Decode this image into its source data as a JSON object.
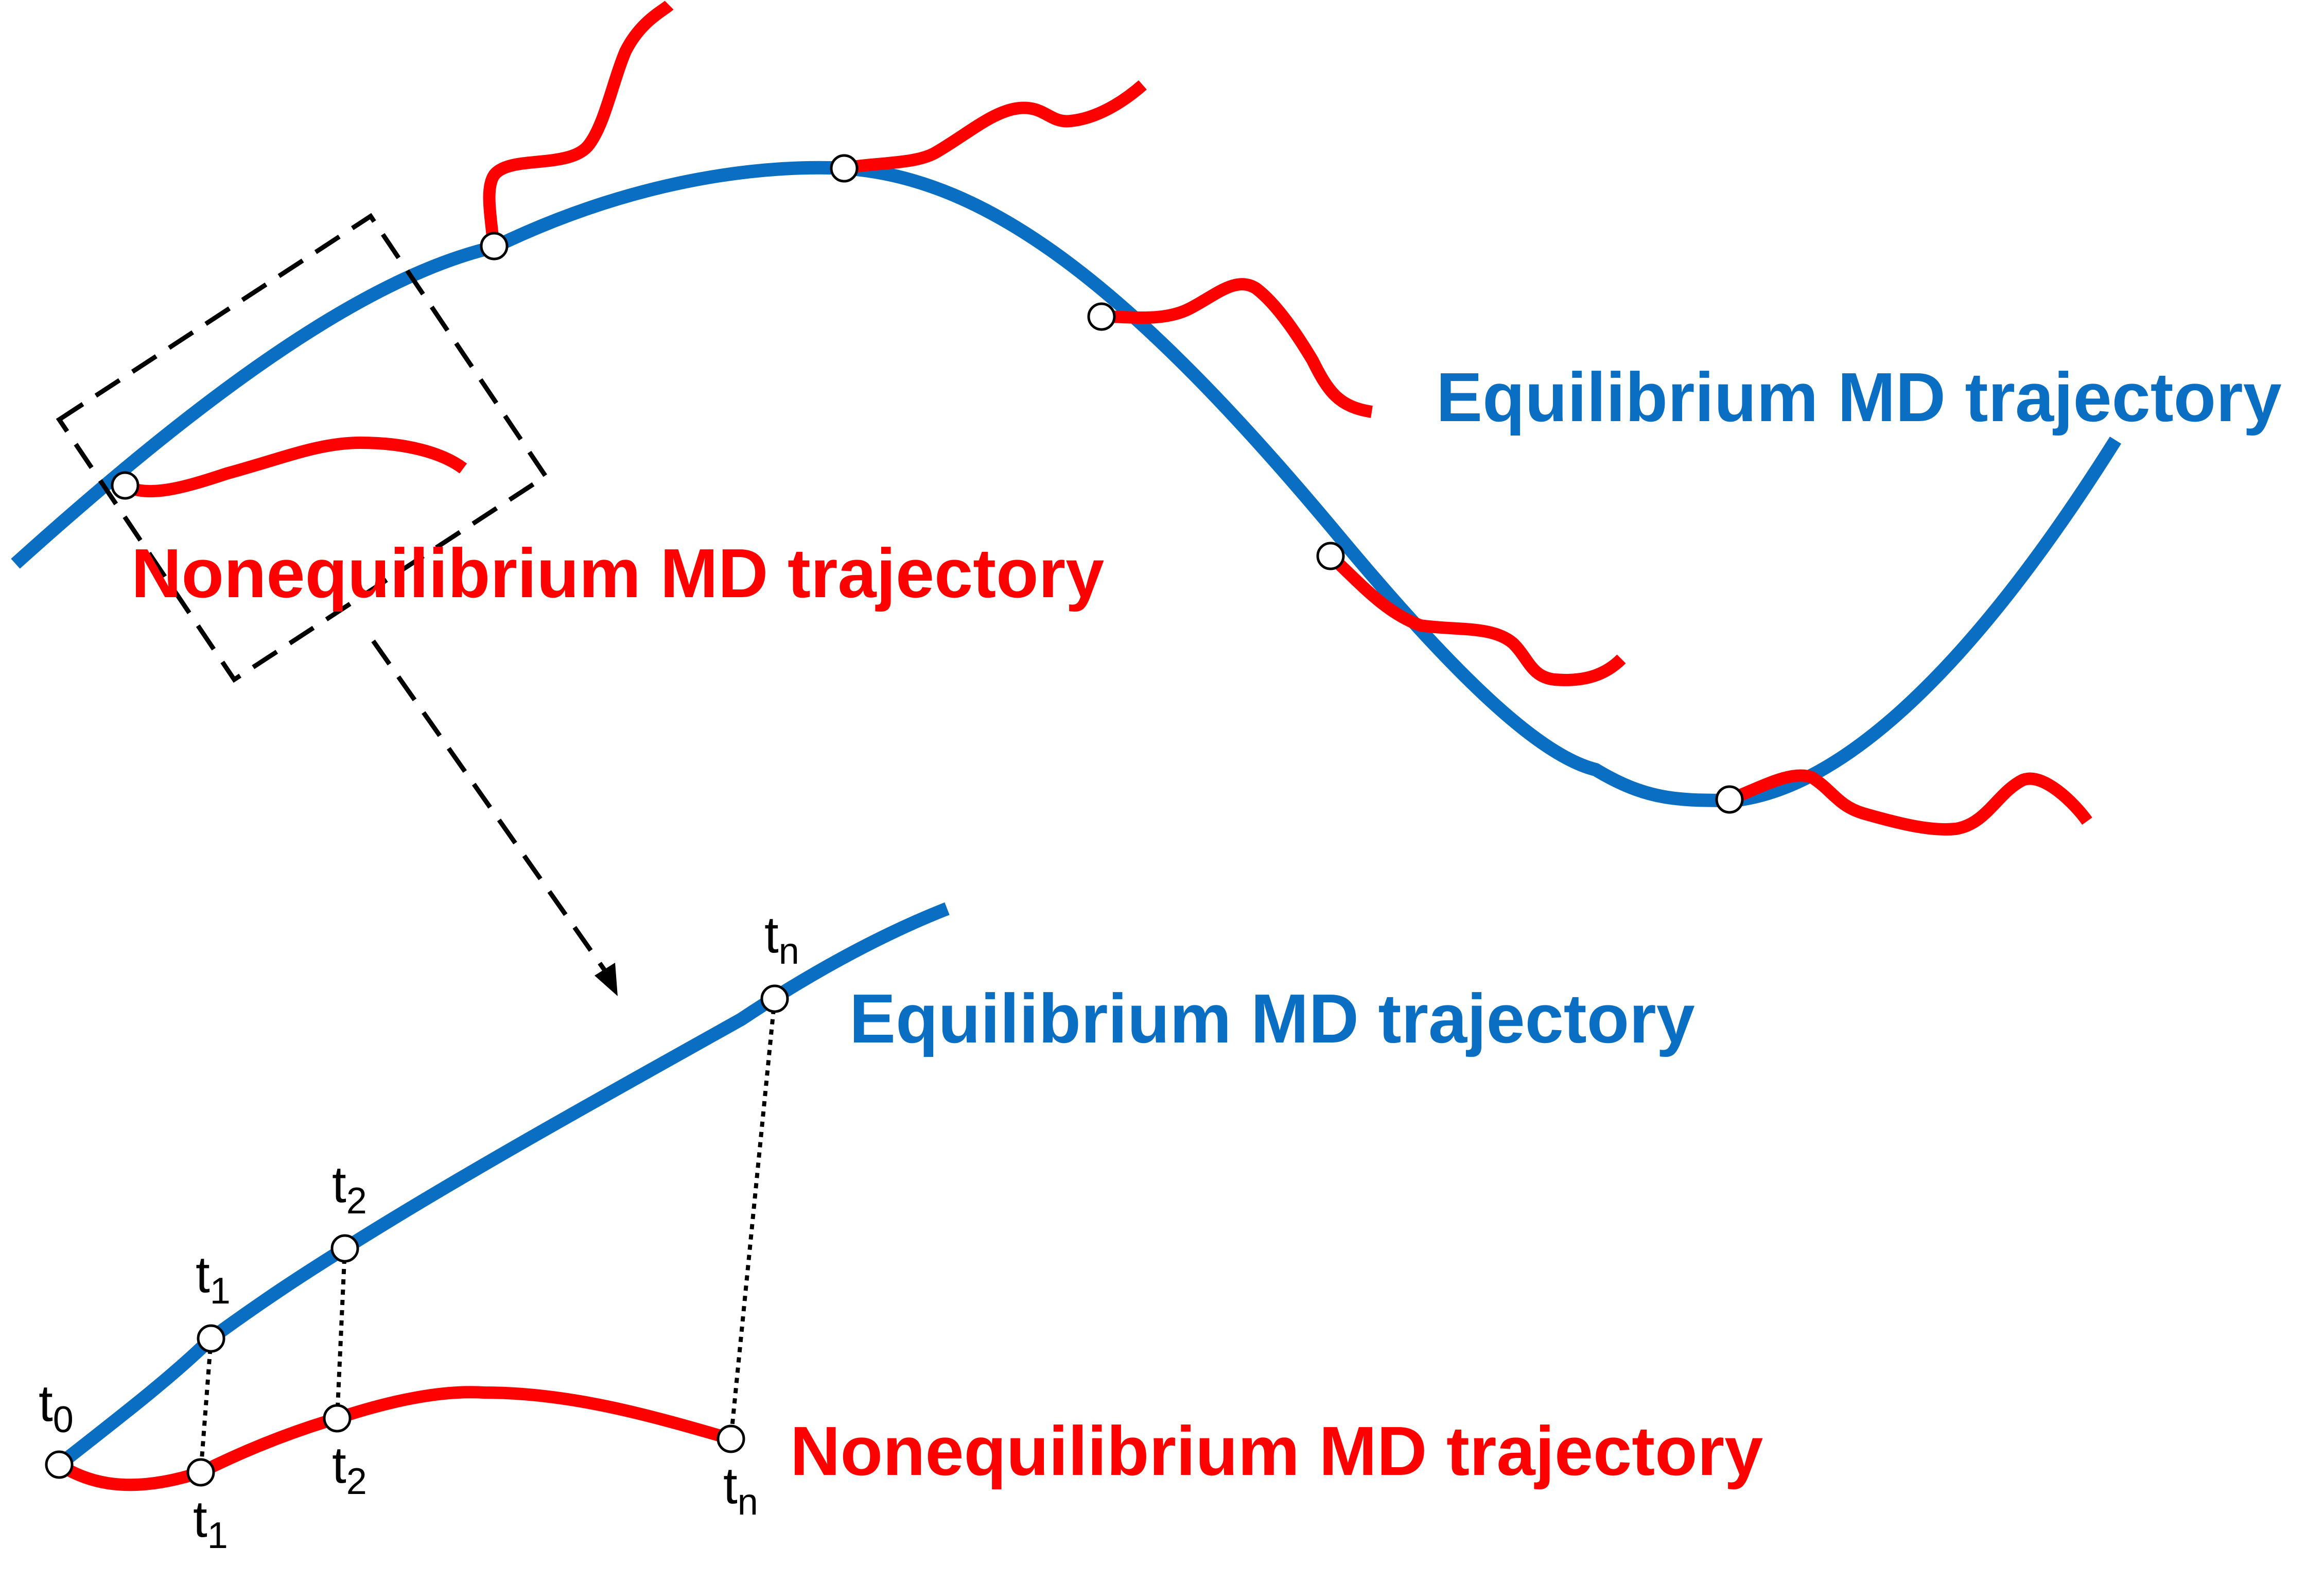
{
  "colors": {
    "equilibrium": "#0A6FC2",
    "nonequilibrium": "#FF0000",
    "guide": "#000000"
  },
  "top_panel": {
    "equilibrium_label": "Equilibrium MD trajectory",
    "nonequilibrium_label": "Nonequilibrium MD trajectory"
  },
  "zoom_panel": {
    "equilibrium_label": "Equilibrium MD trajectory",
    "nonequilibrium_label": "Nonequilibrium MD trajectory",
    "equilibrium_times": [
      {
        "base": "t",
        "sub": "0"
      },
      {
        "base": "t",
        "sub": "1"
      },
      {
        "base": "t",
        "sub": "2"
      },
      {
        "base": "t",
        "sub": "n"
      }
    ],
    "nonequilibrium_times": [
      {
        "base": "t",
        "sub": "1"
      },
      {
        "base": "t",
        "sub": "2"
      },
      {
        "base": "t",
        "sub": "n"
      }
    ]
  }
}
